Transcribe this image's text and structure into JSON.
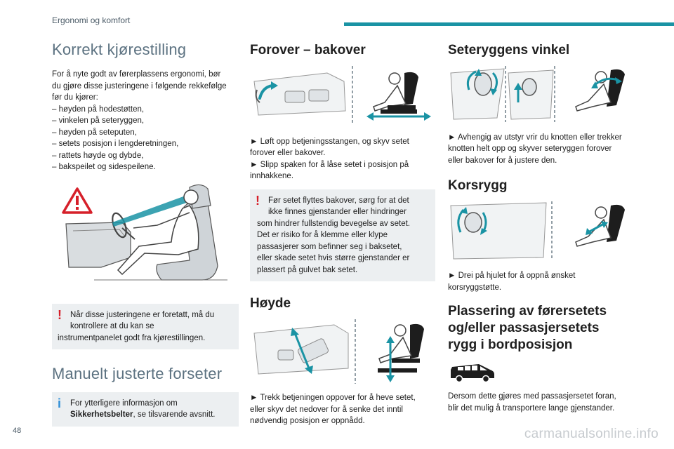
{
  "header": {
    "section": "Ergonomi og komfort"
  },
  "col1": {
    "title": "Korrekt kjørestilling",
    "intro_lines": [
      "For å nyte godt av førerplassens ergonomi, bør",
      "du gjøre disse justeringene i følgende rekkefølge",
      "før du kjører:",
      "– høyden på hodestøtten,",
      "– vinkelen på seteryggen,",
      "– høyden på seteputen,",
      "– setets posisjon i lengderetningen,",
      "– rattets høyde og dybde,",
      "– bakspeilet og sidespeilene."
    ],
    "warning_lines": [
      "Når disse justeringene er foretatt, må du",
      "kontrollere at du kan se",
      "instrumentpanelet godt fra kjørestillingen."
    ],
    "manual_title": "Manuelt justerte forseter",
    "info_line1": "For ytterligere informasjon om",
    "info_bold": "Sikkerhetsbelter",
    "info_rest": ", se tilsvarende avsnitt."
  },
  "col2": {
    "title1": "Forover – bakover",
    "text1_lines": [
      "► Løft opp betjeningsstangen, og skyv setet",
      "forover eller bakover.",
      "► Slipp spaken for å låse setet i posisjon på",
      "innhakkene."
    ],
    "warning_lines": [
      "Før setet flyttes bakover, sørg for at det",
      "ikke finnes gjenstander eller hindringer",
      "som hindrer fullstendig bevegelse av setet.",
      "Det er risiko for å klemme eller klype",
      "passasjerer som befinner seg i baksetet,",
      "eller skade setet hvis større gjenstander er",
      "plassert på gulvet bak setet."
    ],
    "title2": "Høyde",
    "text2_lines": [
      "► Trekk betjeningen oppover for å heve setet,",
      "eller skyv det nedover for å senke det inntil",
      "nødvendig posisjon er oppnådd."
    ]
  },
  "col3": {
    "title1": "Seteryggens vinkel",
    "text1_lines": [
      "► Avhengig av utstyr vrir du knotten eller trekker",
      "knotten helt opp og skyver seteryggen forover",
      "eller bakover for å justere den."
    ],
    "title2": "Korsrygg",
    "text2_lines": [
      "► Drei på hjulet for å oppnå ønsket",
      "korsryggstøtte."
    ],
    "title3_lines": [
      "Plassering av førersetets",
      "og/eller passasjersetets",
      "rygg i bordposisjon"
    ],
    "text3_lines": [
      "Dersom dette gjøres med passasjersetet foran,",
      "blir det mulig å transportere lange gjenstander."
    ]
  },
  "footer": {
    "page_number": "48",
    "watermark": "carmanualsonline.info"
  },
  "colors": {
    "accent": "#1a93a4",
    "heading_light": "#5c7281",
    "warning": "#d6202a",
    "info": "#2f8fd8",
    "callout_bg": "#eceff1",
    "arrow": "#1a93a4"
  }
}
